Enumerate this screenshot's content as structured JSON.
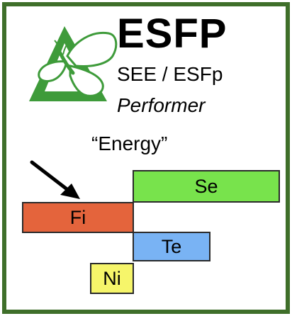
{
  "card": {
    "type_code": "ESFP",
    "aliases": "SEE / ESFp",
    "type_name": "Performer",
    "theme": "“Energy”"
  },
  "functions": [
    {
      "label": "Se",
      "color": "#78e34c"
    },
    {
      "label": "Fi",
      "color": "#e4643c",
      "highlighted": true
    },
    {
      "label": "Te",
      "color": "#79b3f4"
    },
    {
      "label": "Ni",
      "color": "#f6f56a"
    }
  ],
  "icons": {
    "logo": "butterfly-triangle-logo",
    "pointer": "arrow-pointing-to-fi"
  },
  "colors": {
    "border": "#3f6f2a",
    "logo_green": "#3e9b3a"
  }
}
